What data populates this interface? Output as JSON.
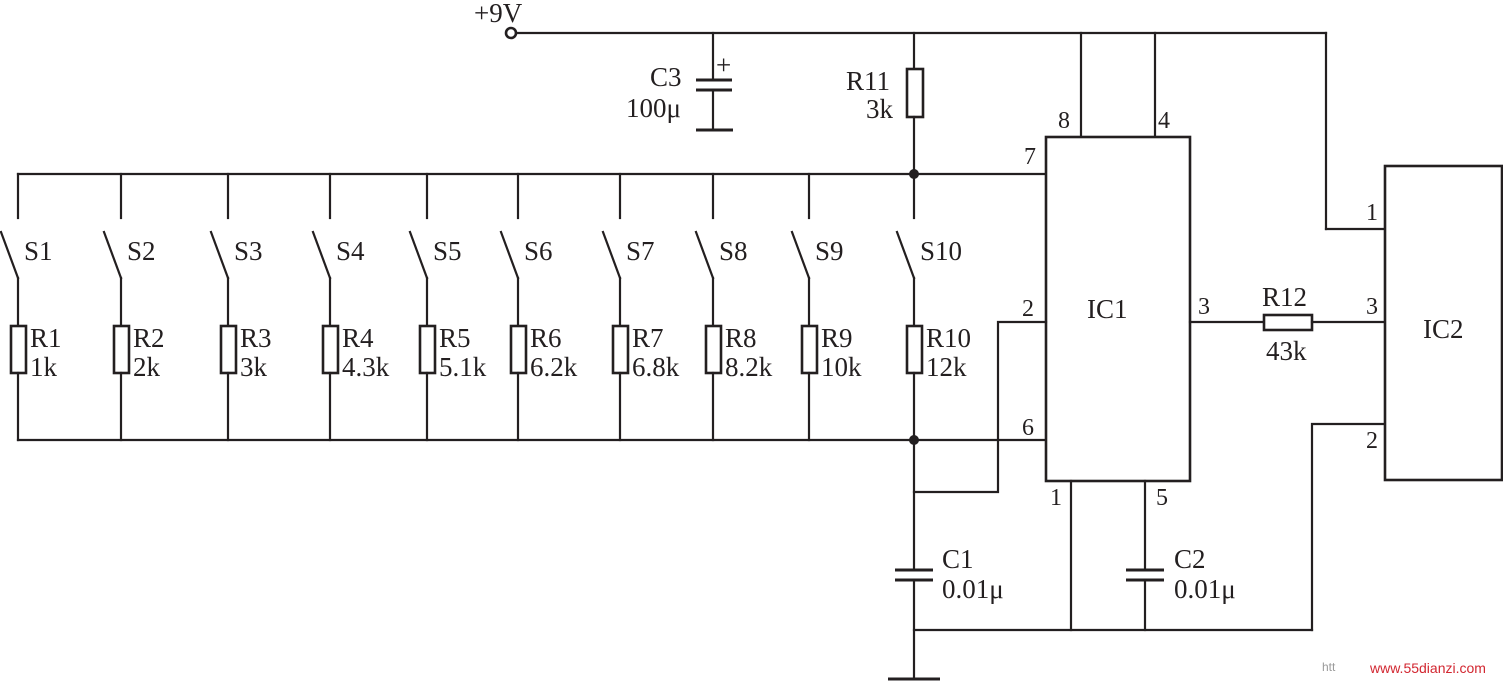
{
  "supply": {
    "label": "+9V"
  },
  "c3": {
    "name": "C3",
    "value": "100μ",
    "polarity": "+"
  },
  "r11": {
    "name": "R11",
    "value": "3k"
  },
  "switches": [
    "S1",
    "S2",
    "S3",
    "S4",
    "S5",
    "S6",
    "S7",
    "S8",
    "S9",
    "S10"
  ],
  "resistors": [
    {
      "name": "R1",
      "value": "1k"
    },
    {
      "name": "R2",
      "value": "2k"
    },
    {
      "name": "R3",
      "value": "3k"
    },
    {
      "name": "R4",
      "value": "4.3k"
    },
    {
      "name": "R5",
      "value": "5.1k"
    },
    {
      "name": "R6",
      "value": "6.2k"
    },
    {
      "name": "R7",
      "value": "6.8k"
    },
    {
      "name": "R8",
      "value": "8.2k"
    },
    {
      "name": "R9",
      "value": "10k"
    },
    {
      "name": "R10",
      "value": "12k"
    }
  ],
  "ic1": {
    "name": "IC1",
    "pins": {
      "p8": "8",
      "p4": "4",
      "p7": "7",
      "p2": "2",
      "p6": "6",
      "p3": "3",
      "p1": "1",
      "p5": "5"
    }
  },
  "ic2": {
    "name": "IC2",
    "pins": {
      "p1": "1",
      "p3": "3",
      "p2": "2"
    }
  },
  "r12": {
    "name": "R12",
    "value": "43k"
  },
  "c1": {
    "name": "C1",
    "value": "0.01μ"
  },
  "c2": {
    "name": "C2",
    "value": "0.01μ"
  },
  "watermark": {
    "prefix": "htt",
    "site": "www.55dianzi.com"
  }
}
